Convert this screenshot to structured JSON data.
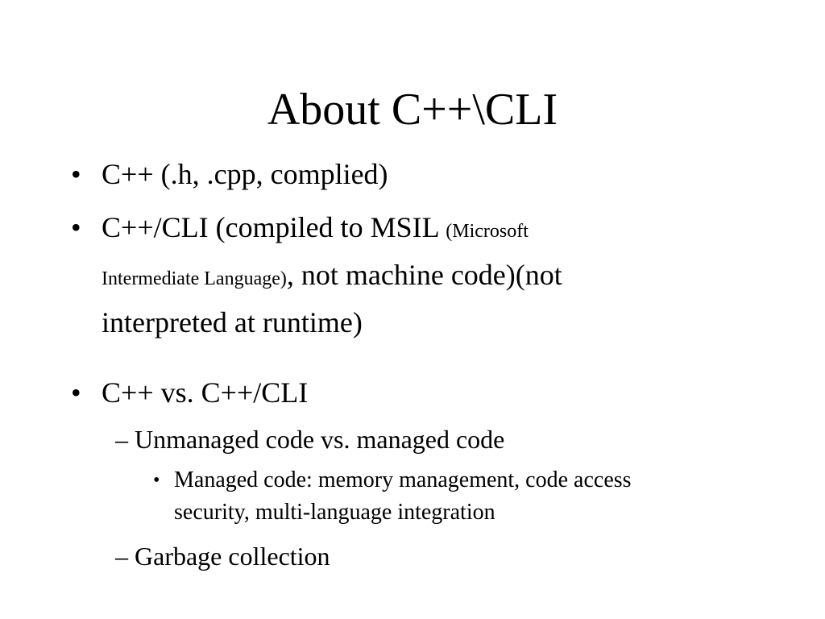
{
  "slide": {
    "title": "About C++\\CLI",
    "bullets": {
      "b1": {
        "marker": "•",
        "text": "C++ (.h, .cpp, complied)"
      },
      "b2": {
        "marker": "•",
        "text_part1": "C++/CLI (compiled to MSIL ",
        "small_part1": "(Microsoft",
        "small_part2": "Intermediate Language)",
        "text_part2": ", not machine code)(not",
        "text_part3": "interpreted at runtime)"
      },
      "b3": {
        "marker": "•",
        "text": "C++ vs. C++/CLI"
      },
      "b3_sub1": {
        "marker": "–",
        "text": "Unmanaged code vs. managed code"
      },
      "b3_sub1_sub1": {
        "marker": "•",
        "line1": "Managed code: memory management, code access",
        "line2": "security, multi-language integration"
      },
      "b3_sub2": {
        "marker": "–",
        "text": "Garbage collection"
      }
    }
  }
}
